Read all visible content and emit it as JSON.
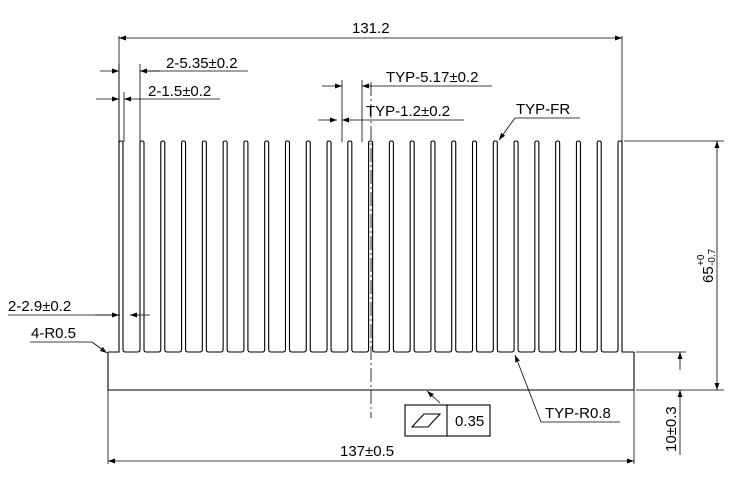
{
  "title": "",
  "dimensions": {
    "top_width": "131.2",
    "outer_fin_pitch": "2-5.35±0.2",
    "outer_fin_thickness": "2-1.5±0.2",
    "typ_pitch": "TYP-5.17±0.2",
    "typ_thickness": "TYP-1.2±0.2",
    "typ_fin_root": "TYP-FR",
    "side_fin_gap": "2-2.9±0.2",
    "corner_radius": "4-R0.5",
    "typ_radius": "TYP-R0.8",
    "base_width": "137±0.5",
    "height_base": "65",
    "height_tol_upper": "+0",
    "height_tol_lower": "-0.7",
    "base_thickness": "10±0.3"
  },
  "flatness": {
    "symbol": "flatness-symbol",
    "value": "0.35"
  }
}
